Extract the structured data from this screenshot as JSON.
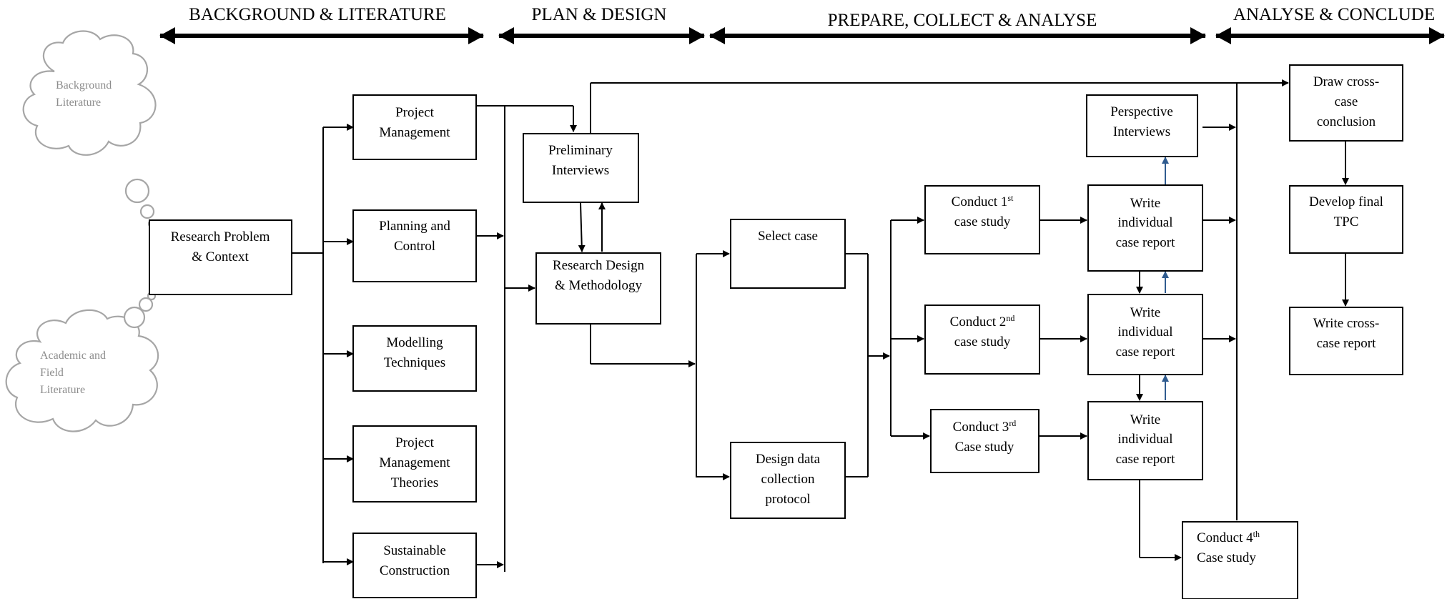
{
  "phases": [
    "BACKGROUND & LITERATURE",
    "PLAN & DESIGN",
    "PREPARE, COLLECT & ANALYSE",
    "ANALYSE & CONCLUDE"
  ],
  "clouds": {
    "background": [
      "Background",
      "Literature"
    ],
    "academic": [
      "Academic and",
      "Field",
      "Literature"
    ]
  },
  "nodes": {
    "research_problem": [
      "Research Problem",
      "& Context"
    ],
    "project_management": [
      "Project",
      "Management"
    ],
    "planning_control": [
      "Planning and",
      "Control"
    ],
    "modelling": [
      "Modelling",
      "Techniques"
    ],
    "pm_theories": [
      "Project",
      "Management",
      "Theories"
    ],
    "sustainable": [
      "Sustainable",
      "Construction"
    ],
    "preliminary": [
      "Preliminary",
      "Interviews"
    ],
    "research_design": [
      "Research Design",
      "& Methodology"
    ],
    "select_case": [
      "Select case"
    ],
    "design_protocol": [
      "Design data",
      "collection",
      "protocol"
    ],
    "conduct_1": {
      "main": "Conduct 1",
      "sup": "st",
      "line2": "case study"
    },
    "conduct_2": {
      "main": "Conduct 2",
      "sup": "nd",
      "line2": "case study"
    },
    "conduct_3": {
      "main": "Conduct 3",
      "sup": "rd",
      "line2": "Case study"
    },
    "conduct_4": {
      "main": "Conduct 4",
      "sup": "th",
      "line2": "Case study"
    },
    "perspective": [
      "Perspective",
      "Interviews"
    ],
    "write_report": [
      "Write",
      "individual",
      "case report"
    ],
    "draw_conclusion": [
      "Draw cross-",
      "case",
      "conclusion"
    ],
    "develop_tpc": [
      "Develop final",
      "TPC"
    ],
    "write_cross_report": [
      "Write cross-",
      "case report"
    ]
  },
  "colors": {
    "line": "#000000",
    "feedback_arrow": "#2f5b8f",
    "cloud_outline": "#a6a6a6",
    "cloud_text": "#8c8c8c"
  }
}
